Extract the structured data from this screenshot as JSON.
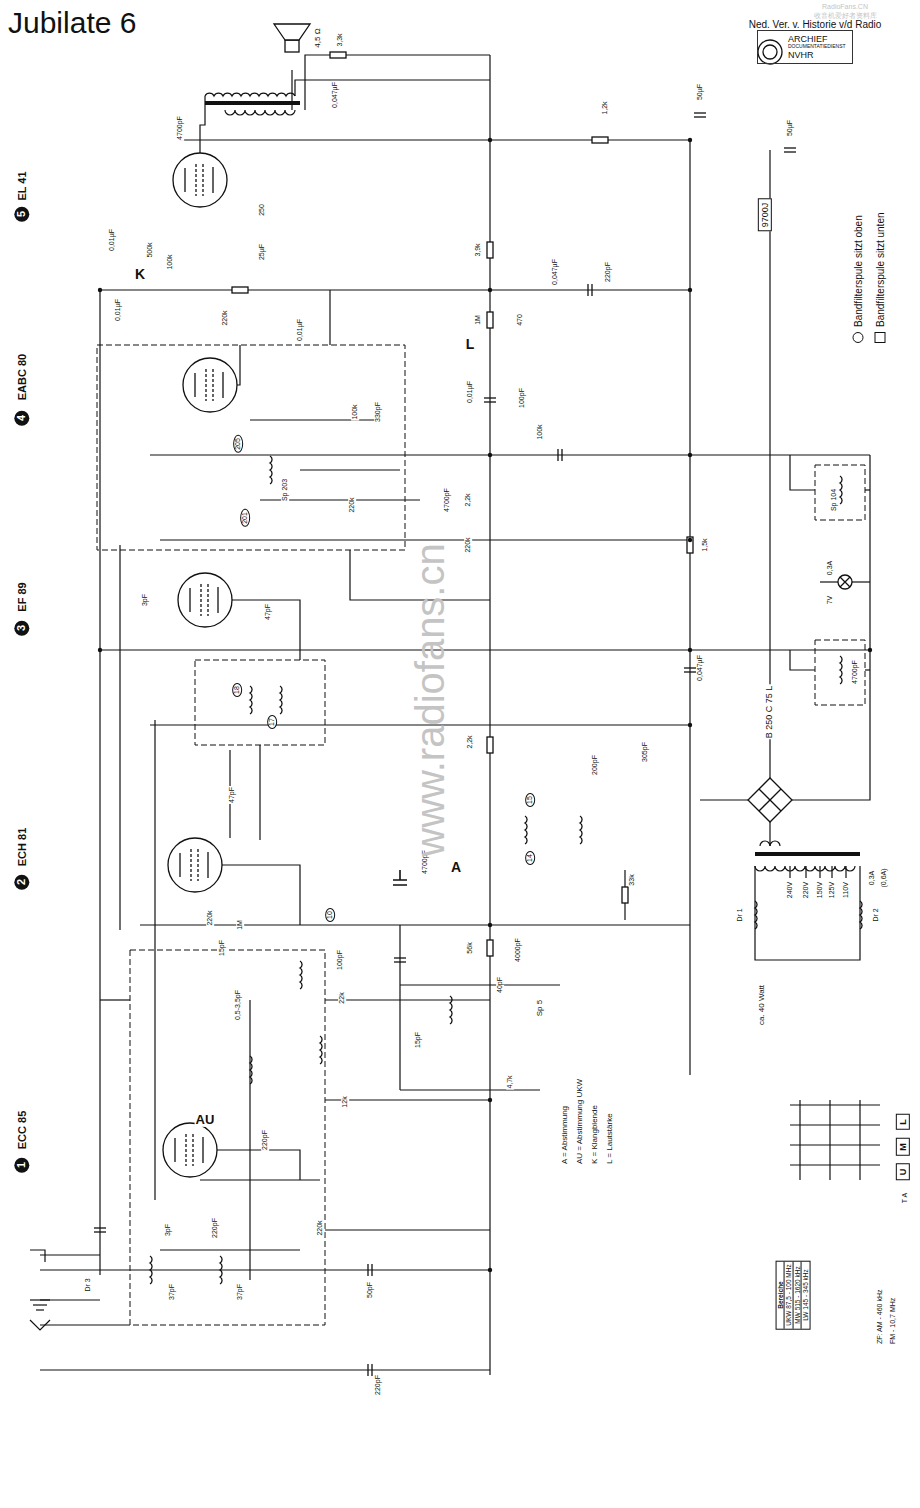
{
  "diagram": {
    "title": "Jubilate 6",
    "nodes": [
      {
        "text": [
          "ARCHIEF",
          "DOCUMENTATIEDIENST",
          "NVHR"
        ]
      },
      {
        "text": [
          "9700J"
        ]
      },
      {
        "text": [
          "Bereiche",
          "UKW 87,5 - 100 MHz",
          "MW 515 - 1620 kHz",
          "LW 145 - 345 kHz"
        ]
      },
      {
        "text": [
          "U"
        ]
      },
      {
        "text": [
          "M"
        ]
      },
      {
        "text": [
          "L"
        ]
      }
    ],
    "labels": [
      "RadioFans.CN",
      "收音机爱好者资料库",
      "Ned. Ver. v. Historie v/d Radio",
      "www.radiofans.cn",
      "1",
      "ECC 85",
      "2",
      "ECH 81",
      "3",
      "EF 89",
      "4",
      "EABC 80",
      "5",
      "EL 41",
      "4,5 Ω",
      "3,3k",
      "0,047µF",
      "4700pF",
      "0,01µF",
      "500k",
      "K",
      "100k",
      "250",
      "25µF",
      "0,01µF",
      "220k",
      "0,01µF",
      "50µF",
      "1,2k",
      "50µF",
      "3,9k",
      "1M",
      "470",
      "L",
      "0,047µF",
      "220pF",
      "0,01µF",
      "100pF",
      "100k",
      "100k",
      "330pF",
      "Sp 203",
      "220k",
      "4700pF",
      "2,2k",
      "220k",
      "1,5k",
      "3pF",
      "47pF",
      "0,047µF",
      "2,2k",
      "200pF",
      "305pF",
      "47pF",
      "4700pF",
      "A",
      "56k",
      "33k",
      "220k",
      "1M",
      "15pF",
      "22k",
      "100pF",
      "4000pF",
      "Sp 5",
      "40pF",
      "15pF",
      "4,7k",
      "12k",
      "AU",
      "220pF",
      "0,5-3,5pF",
      "220pF",
      "220k",
      "37pF",
      "37pF",
      "3pF",
      "50pF",
      "220pF",
      "Dr 3",
      "A = Abstimmung",
      "AU = Abstimmung UKW",
      "K = Klangblende",
      "L = Lautstärke",
      "ca. 40 Watt",
      "B 250 C 75 L",
      "240V",
      "220V",
      "150V",
      "125V",
      "110V",
      "0,3A",
      "(0,6A)",
      "Dr 1",
      "Dr 2",
      "7V",
      "0,3A",
      "Sp 104",
      "4700pF",
      "T A",
      "ZF: AM - 460 kHz",
      "FM - 10,7 MHz",
      "10",
      "14",
      "15",
      "17",
      "18",
      "201",
      "205"
    ],
    "legend": [
      {
        "text": "Bandfilterspule sitzt oben"
      },
      {
        "text": "Bandfilterspule sitzt unten"
      }
    ]
  }
}
